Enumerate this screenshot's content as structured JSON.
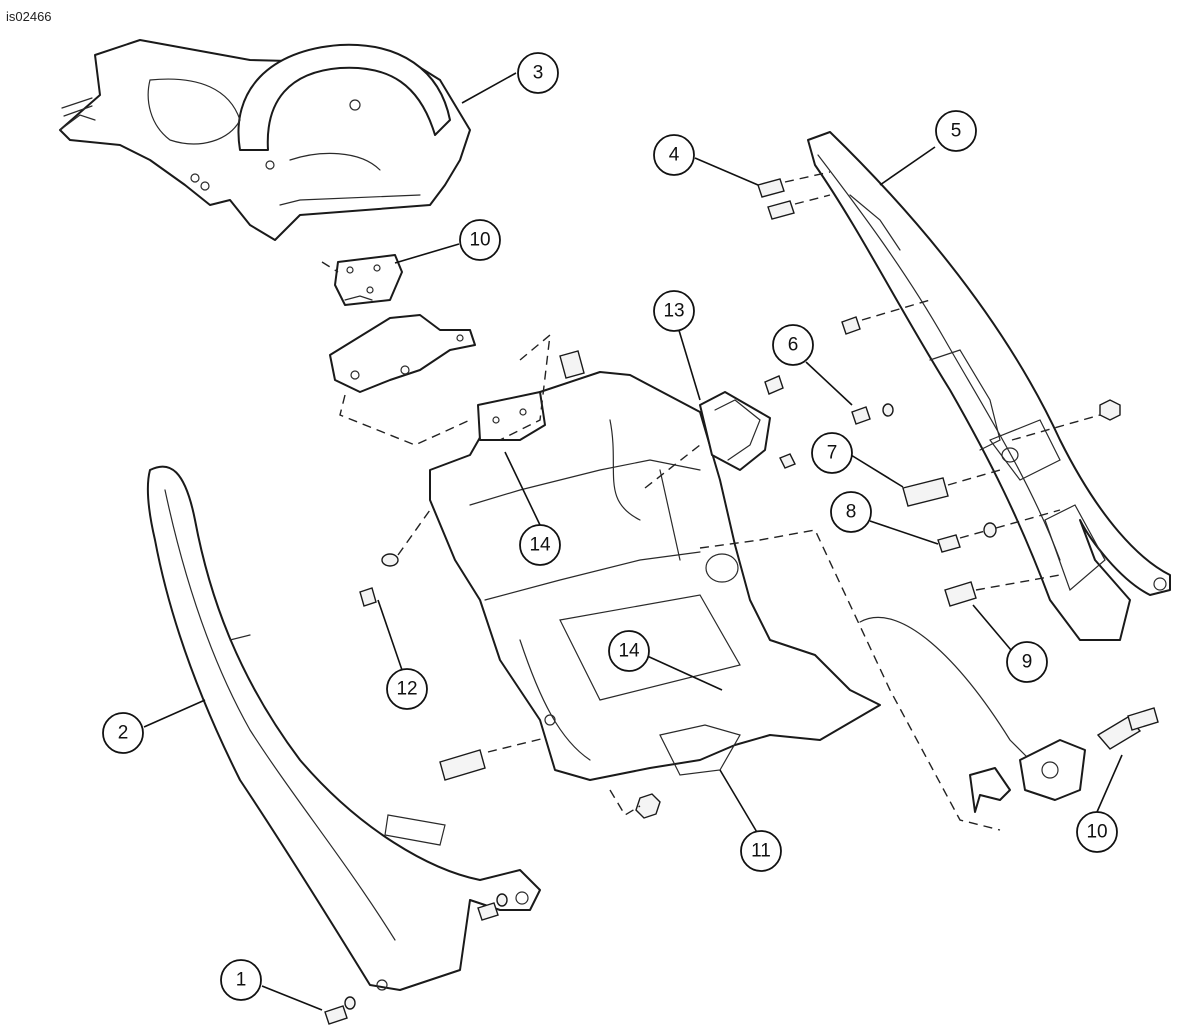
{
  "figure_id": "is02466",
  "callouts": [
    {
      "label": "1"
    },
    {
      "label": "2"
    },
    {
      "label": "3"
    },
    {
      "label": "4"
    },
    {
      "label": "5"
    },
    {
      "label": "6"
    },
    {
      "label": "7"
    },
    {
      "label": "8"
    },
    {
      "label": "9"
    },
    {
      "label": "10"
    },
    {
      "label": "10"
    },
    {
      "label": "11"
    },
    {
      "label": "12"
    },
    {
      "label": "13"
    },
    {
      "label": "14"
    },
    {
      "label": "14"
    }
  ]
}
